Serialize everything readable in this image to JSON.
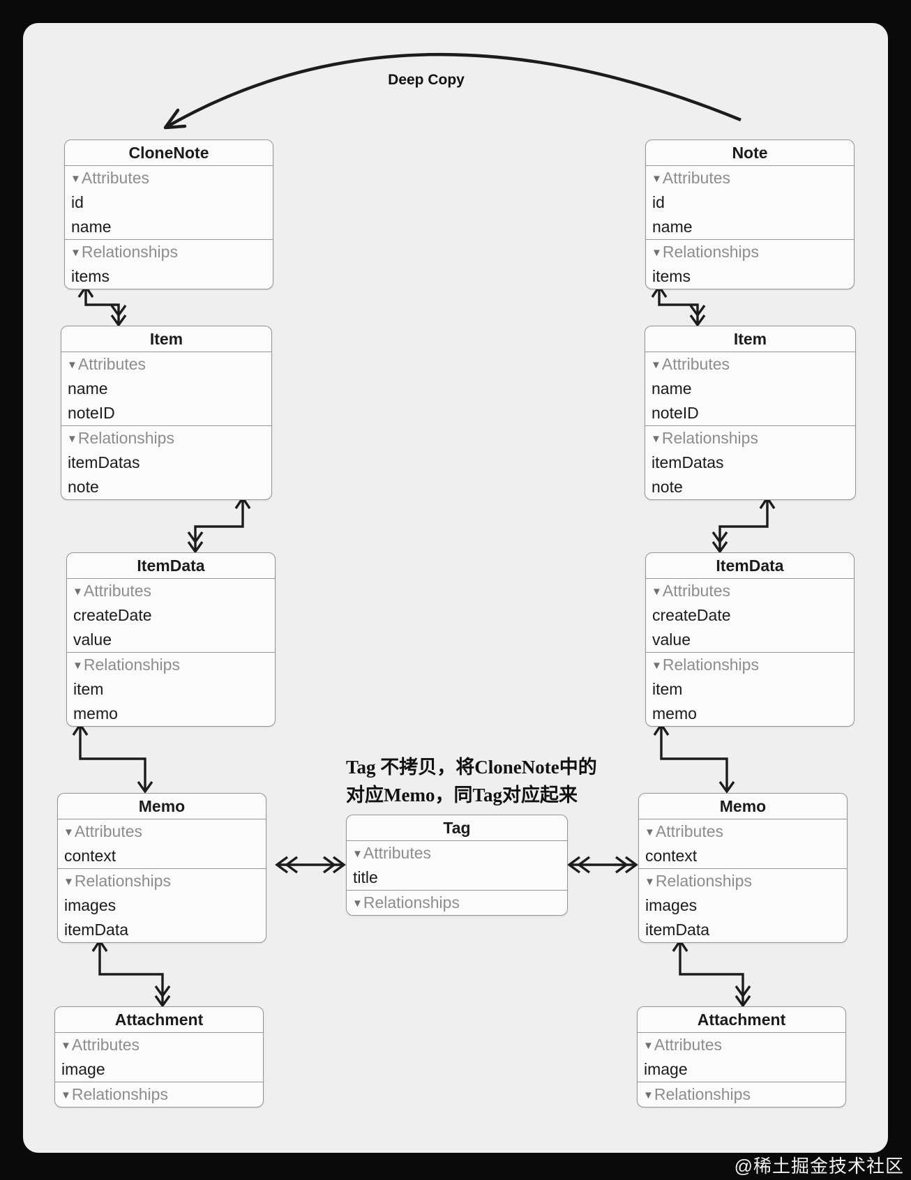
{
  "diagram": {
    "deep_copy_label": "Deep Copy",
    "annotation": {
      "line1": "Tag 不拷贝，将CloneNote中的",
      "line2": "对应Memo，同Tag对应起来"
    },
    "watermark": "@稀土掘金技术社区",
    "disclosure_icon": "▼",
    "section_labels": {
      "attributes": "Attributes",
      "relationships": "Relationships"
    },
    "colors": {
      "page_bg": "#0a0a0a",
      "panel_bg": "#efeff0",
      "box_bg": "#fbfbfb",
      "box_border": "#959595",
      "section_text": "#8d8d8d",
      "row_text": "#1b1b1b",
      "arrow": "#1c1c1c"
    },
    "entities": [
      {
        "key": "clonenote",
        "title": "CloneNote",
        "attributes": [
          "id",
          "name"
        ],
        "relationships": [
          "items"
        ]
      },
      {
        "key": "note",
        "title": "Note",
        "attributes": [
          "id",
          "name"
        ],
        "relationships": [
          "items"
        ]
      },
      {
        "key": "item-left",
        "title": "Item",
        "attributes": [
          "name",
          "noteID"
        ],
        "relationships": [
          "itemDatas",
          "note"
        ]
      },
      {
        "key": "item-right",
        "title": "Item",
        "attributes": [
          "name",
          "noteID"
        ],
        "relationships": [
          "itemDatas",
          "note"
        ]
      },
      {
        "key": "itemdata-left",
        "title": "ItemData",
        "attributes": [
          "createDate",
          "value"
        ],
        "relationships": [
          "item",
          "memo"
        ]
      },
      {
        "key": "itemdata-right",
        "title": "ItemData",
        "attributes": [
          "createDate",
          "value"
        ],
        "relationships": [
          "item",
          "memo"
        ]
      },
      {
        "key": "memo-left",
        "title": "Memo",
        "attributes": [
          "context"
        ],
        "relationships": [
          "images",
          "itemData"
        ]
      },
      {
        "key": "memo-right",
        "title": "Memo",
        "attributes": [
          "context"
        ],
        "relationships": [
          "images",
          "itemData"
        ]
      },
      {
        "key": "attachment-left",
        "title": "Attachment",
        "attributes": [
          "image"
        ],
        "relationships": []
      },
      {
        "key": "attachment-right",
        "title": "Attachment",
        "attributes": [
          "image"
        ],
        "relationships": []
      },
      {
        "key": "tag",
        "title": "Tag",
        "attributes": [
          "title"
        ],
        "relationships": []
      }
    ]
  }
}
